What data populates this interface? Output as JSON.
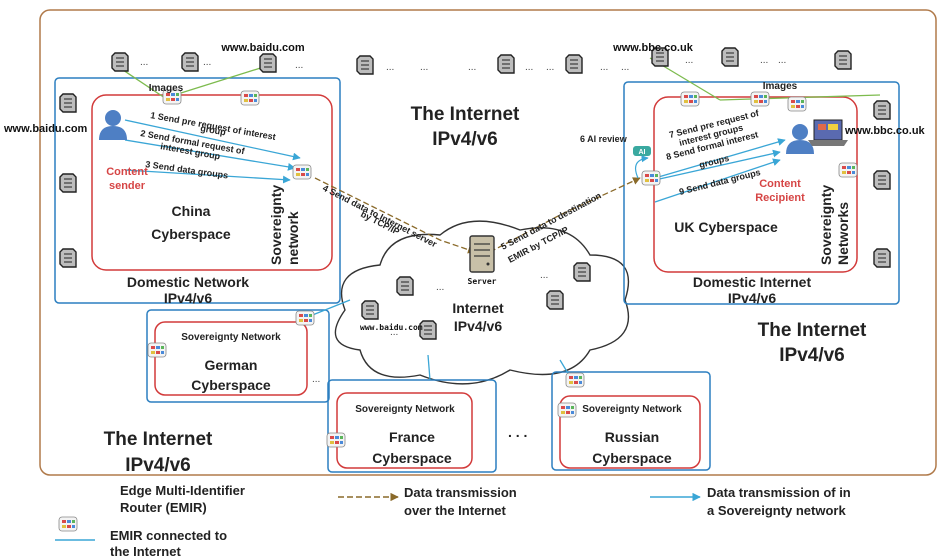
{
  "labels": {
    "url_baidu_top": "www.baidu.com",
    "url_baidu_left": "www.baidu.com",
    "url_baidu_cloud": "www.baidu.com",
    "url_bbc_top": "www.bbc.co.uk",
    "url_bbc_right": "www.bbc.co.uk",
    "images_left": "Images",
    "images_right": "Images",
    "internet_top_line1": "The Internet",
    "internet_top_line2": "IPv4/v6",
    "internet_right_line1": "The Internet",
    "internet_right_line2": "IPv4/v6",
    "internet_left_line1": "The Internet",
    "internet_left_line2": "IPv4/v6",
    "cloud_line1": "Internet",
    "cloud_line2": "IPv4/v6",
    "server": "Server",
    "china_line1": "China",
    "china_line2": "Cyberspace",
    "domestic_china_line1": "Domestic Network",
    "domestic_china_line2": "IPv4/v6",
    "sov_china_line1": "Sovereignty",
    "sov_china_line2": "network",
    "content_line1": "Content",
    "content_line2": "sender",
    "step1_line1": "1 Send pre request of interest",
    "step1_line2": "group",
    "step2_line1": "2 Send formal request of",
    "step2_line2": "interest group",
    "step3": "3 Send data groups",
    "step4_line1": "4 Send data to Internet server",
    "step4_line2": "by TCP/IP",
    "step5_line1": "5 Send data to destination",
    "step5_line2": "EMIR by TCP/IP",
    "step6": "6 AI review",
    "ai_badge": "AI",
    "step7_line1": "7 Send pre request of",
    "step7_line2": "interest groups",
    "step8_line1": "8 Send formal interest",
    "step8_line2": "groups",
    "step9": "9 Send data groups",
    "recipient_line1": "Content",
    "recipient_line2": "Recipient",
    "uk_cyber": "UK Cyberspace",
    "sov_uk_line1": "Sovereignty",
    "sov_uk_line2": "Networks",
    "domestic_uk_line1": "Domestic Internet",
    "domestic_uk_line2": "IPv4/v6",
    "sov_net": "Sovereignty Network",
    "german_line1": "German",
    "german_line2": "Cyberspace",
    "france_line1": "France",
    "france_line2": "Cyberspace",
    "russian_line1": "Russian",
    "russian_line2": "Cyberspace",
    "ellipsis": "...",
    "ellipsis_big": ". . ."
  },
  "legend": {
    "emir_line1": "Edge Multi-Identifier",
    "emir_line2": "Router (EMIR)",
    "internet_tx_line1": "Data transmission",
    "internet_tx_line2": "over the Internet",
    "sov_tx_line1": "Data transmission of in",
    "sov_tx_line2": "a Sovereignty network",
    "emir_conn_line1": "EMIR connected to",
    "emir_conn_line2": "the Internet"
  },
  "colors": {
    "sovereignty_box": "#d23a3a",
    "domestic_box": "#2c7fc0",
    "internet_border": "#b07a4a",
    "sovereignty_arrow": "#3aa6d6",
    "internet_arrow": "#8a6a2a",
    "internet_link": "#7dbb4e"
  }
}
